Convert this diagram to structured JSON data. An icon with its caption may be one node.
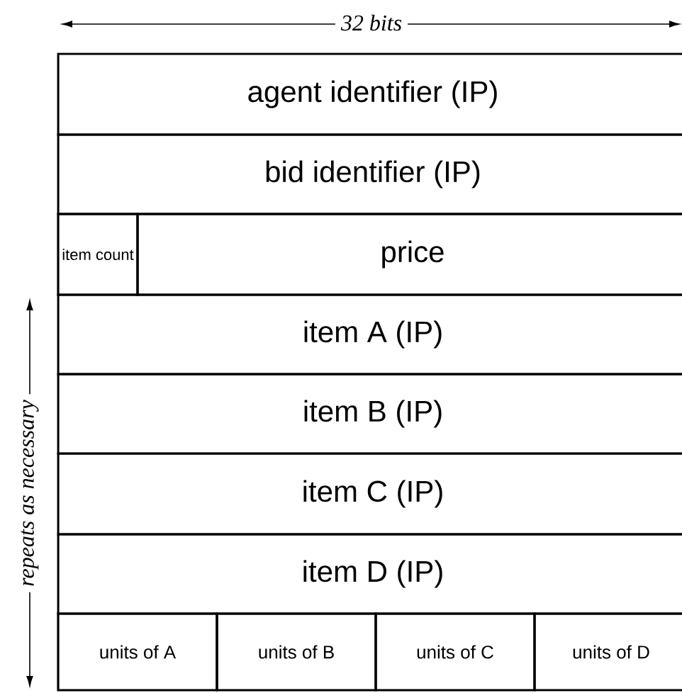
{
  "diagram": {
    "nodes": [
      {
        "text": [
          "agent identifier (IP)"
        ]
      },
      {
        "text": [
          "bid identifier (IP)"
        ]
      },
      {
        "text": [
          "item count"
        ]
      },
      {
        "text": [
          "price"
        ]
      },
      {
        "text": [
          "item A (IP)"
        ]
      },
      {
        "text": [
          "item B (IP)"
        ]
      },
      {
        "text": [
          "item C (IP)"
        ]
      },
      {
        "text": [
          "item D (IP)"
        ]
      },
      {
        "text": [
          "units of A"
        ]
      },
      {
        "text": [
          "units of B"
        ]
      },
      {
        "text": [
          "units of C"
        ]
      },
      {
        "text": [
          "units of D"
        ]
      }
    ],
    "labels": [
      "32 bits",
      "repeats as necessary"
    ]
  }
}
